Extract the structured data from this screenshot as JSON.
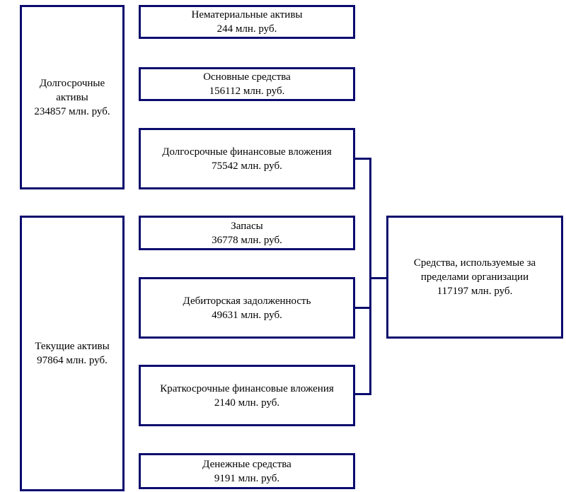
{
  "boxes": {
    "long_term": {
      "title": "Долгосрочные активы",
      "title_line1": "Долгосрочные",
      "title_line2": "активы",
      "value": "234857 млн. руб."
    },
    "current": {
      "title": "Текущие активы",
      "value": "97864 млн. руб."
    },
    "intangible": {
      "title": "Нематериальные активы",
      "value": "244 млн. руб."
    },
    "fixed": {
      "title": "Основные средства",
      "value": "156112 млн. руб."
    },
    "lt_investments": {
      "title": "Долгосрочные финансовые вложения",
      "value": "75542 млн. руб."
    },
    "inventory": {
      "title": "Запасы",
      "value": "36778 млн. руб."
    },
    "receivables": {
      "title": "Дебиторская задолженность",
      "value": "49631 млн. руб."
    },
    "st_investments": {
      "title": "Краткосрочные финансовые вложения",
      "value": "2140 млн. руб."
    },
    "cash": {
      "title": "Денежные средства",
      "value": "9191 млн. руб."
    },
    "external": {
      "title_line1": "Средства, используемые за",
      "title_line2": "пределами организации",
      "value": "117197 млн. руб."
    }
  },
  "colors": {
    "border": "#0b0b6e",
    "background": "#ffffff",
    "text": "#000000"
  }
}
